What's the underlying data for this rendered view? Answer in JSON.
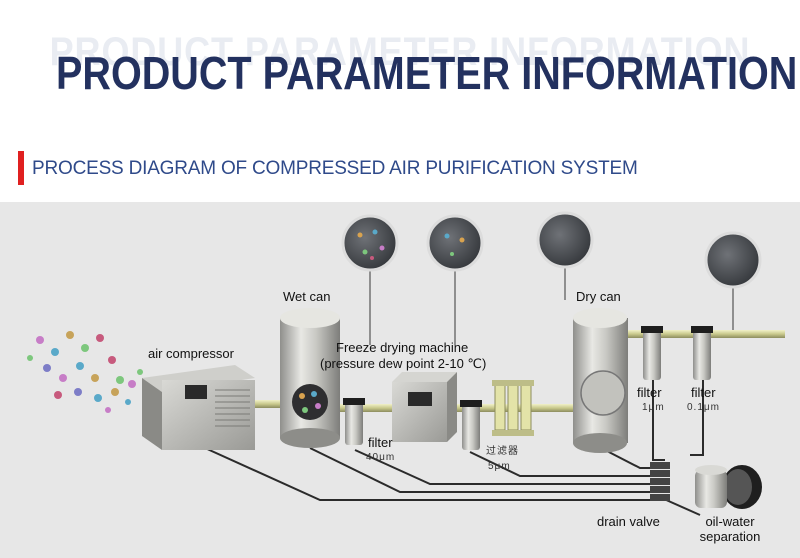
{
  "header": {
    "ghost_title": "PRODUCT PARAMETER INFORMATION",
    "title": "PRODUCT PARAMETER INFORMATION"
  },
  "section": {
    "title": "PROCESS DIAGRAM OF COMPRESSED AIR PURIFICATION SYSTEM",
    "accent_color": "#e02020"
  },
  "diagram": {
    "air_compressor": "air compressor",
    "wet_can": "Wet can",
    "freeze_drying_line1": "Freeze drying machine",
    "freeze_drying_line2": "(pressure dew point 2-10 ℃)",
    "filter_40": "filter",
    "filter_40_spec": "40μm",
    "filter_5_cn": "过滤器",
    "filter_5_spec": "5μm",
    "dry_can": "Dry can",
    "filter_1": "filter",
    "filter_1_spec": "1μm",
    "filter_01": "filter",
    "filter_01_spec": "0.1μm",
    "drain_valve": "drain valve",
    "oil_water_line1": "oil-water",
    "oil_water_line2": "separation"
  }
}
